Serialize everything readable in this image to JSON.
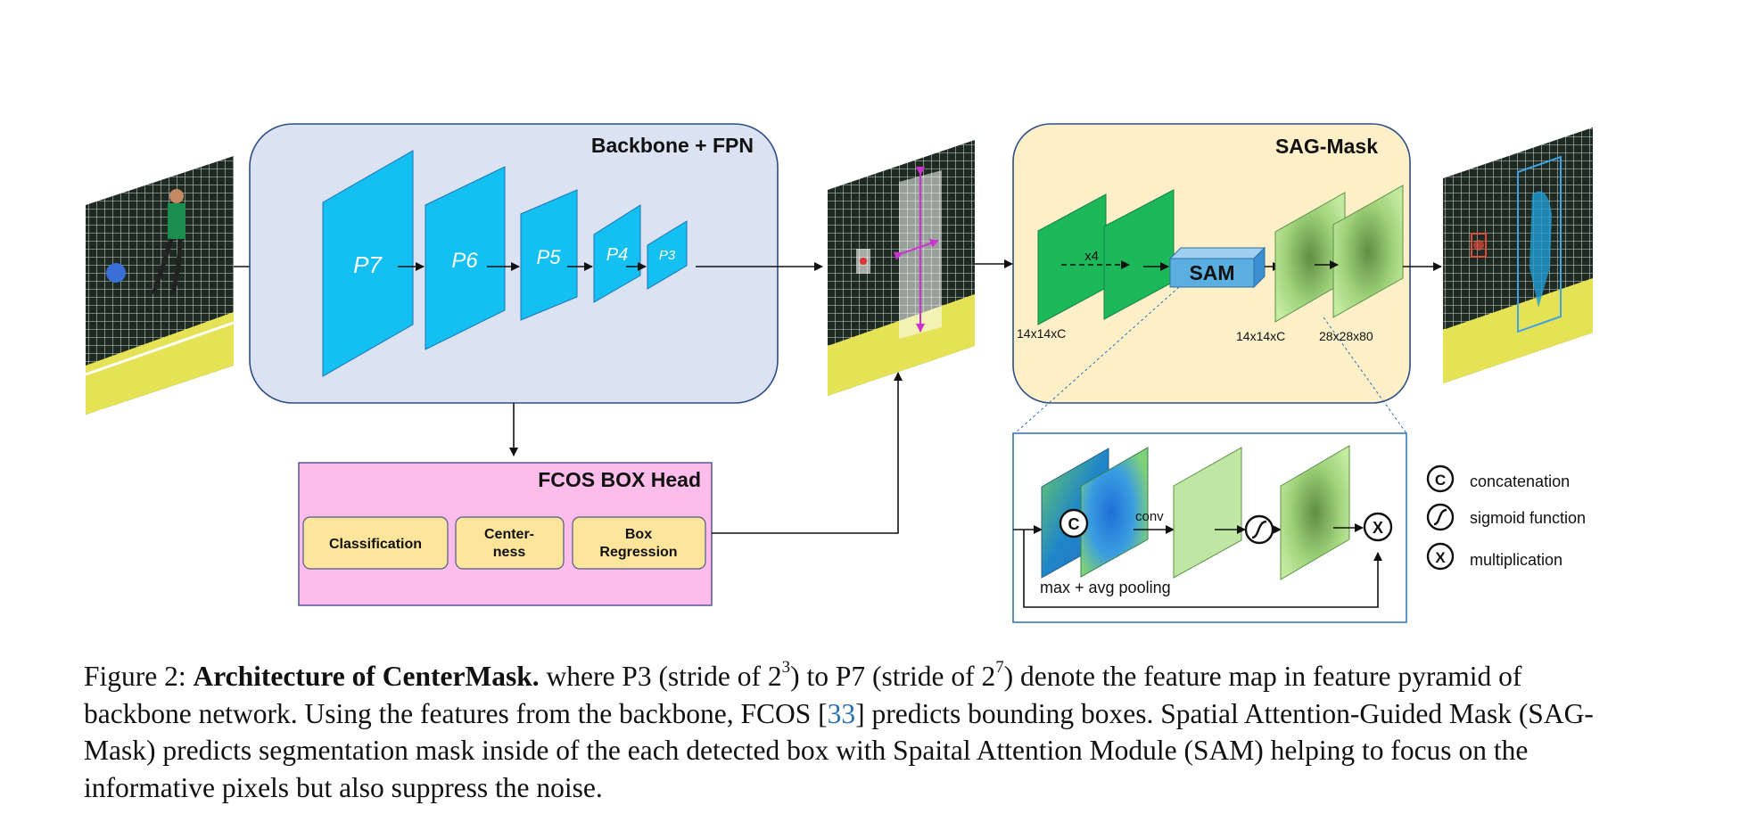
{
  "figure": {
    "backbone_title": "Backbone + FPN",
    "levels": [
      "P7",
      "P6",
      "P5",
      "P4",
      "P3"
    ],
    "head_title": "FCOS BOX Head",
    "head_boxes": {
      "classification": "Classification",
      "centerness_1": "Center-",
      "centerness_2": "ness",
      "box_reg_1": "Box",
      "box_reg_2": "Regression"
    },
    "sag_title": "SAG-Mask",
    "x4_label": "x4",
    "sam_label": "SAM",
    "dims": {
      "d1": "14x14xC",
      "d2": "14x14xC",
      "d3": "28x28x80"
    },
    "sam_detail": {
      "conv": "conv",
      "pool": "max + avg pooling"
    },
    "legend": {
      "c_symbol": "C",
      "c_label": "concatenation",
      "s_label": "sigmoid function",
      "x_symbol": "X",
      "x_label": "multiplication"
    },
    "colors": {
      "backbone_bg": "#dbe3f3",
      "fpn_blue": "#14bff1",
      "head_bg": "#fdbdea",
      "head_box": "#fde59c",
      "sag_bg": "#fdf0c9",
      "green": "#1cb85a",
      "light_green": "#bfe6a2",
      "sam_blue": "#5aaee0",
      "arrow_magenta": "#cc33cc"
    }
  },
  "caption": {
    "prefix": "Figure 2: ",
    "bold": "Architecture of CenterMask.",
    "t1": " where P3 (stride of 2",
    "sup1": "3",
    "t2": ") to P7 (stride of 2",
    "sup2": "7",
    "t3": ") denote the feature map in feature pyramid of backbone network. Using the features from the backbone, FCOS [",
    "cite": "33",
    "t4": "] predicts bounding boxes. Spatial Attention-Guided Mask (SAG-Mask) predicts segmentation mask inside of the each detected box with Spaital Attention Module (SAM) helping to focus on the informative pixels but also suppress the noise."
  }
}
